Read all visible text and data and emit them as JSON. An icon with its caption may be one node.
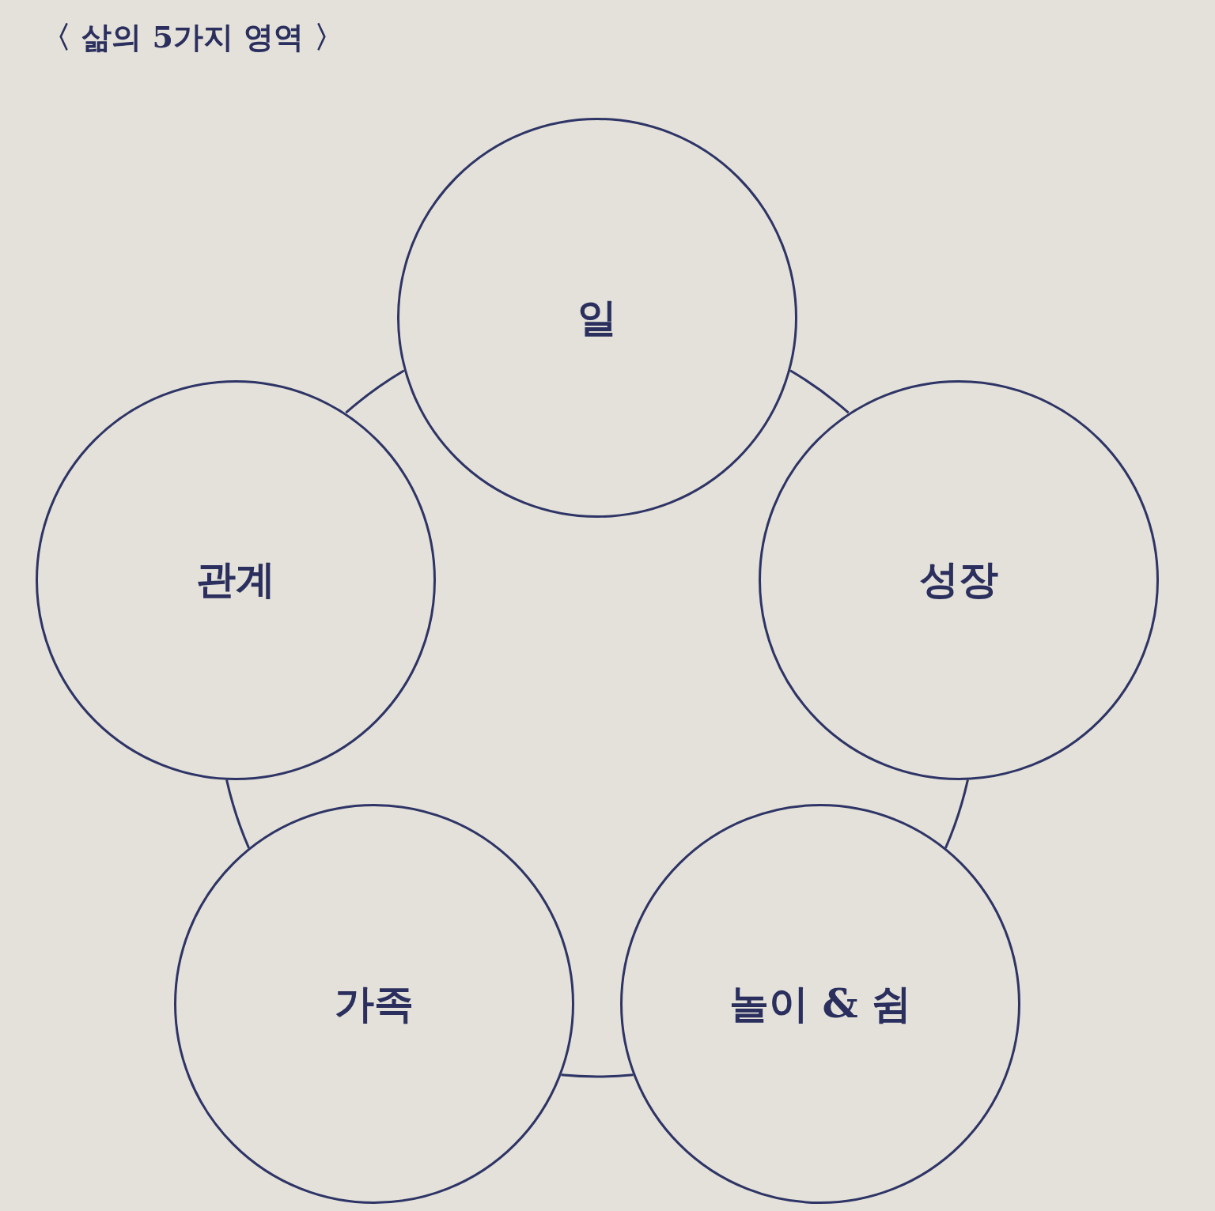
{
  "diagram": {
    "title": "〈 삶의 5가지 영역 〉",
    "nodes": [
      {
        "text": [
          "일"
        ]
      },
      {
        "text": [
          "성장"
        ]
      },
      {
        "text": [
          "놀이 & 쉼"
        ]
      },
      {
        "text": [
          "가족"
        ]
      },
      {
        "text": [
          "관계"
        ]
      }
    ],
    "edges": [
      {
        "from": 0,
        "to": 1,
        "arrow": "none"
      },
      {
        "from": 1,
        "to": 2,
        "arrow": "none"
      },
      {
        "from": 2,
        "to": 3,
        "arrow": "none"
      },
      {
        "from": 3,
        "to": 4,
        "arrow": "none"
      },
      {
        "from": 4,
        "to": 0,
        "arrow": "none"
      }
    ]
  }
}
